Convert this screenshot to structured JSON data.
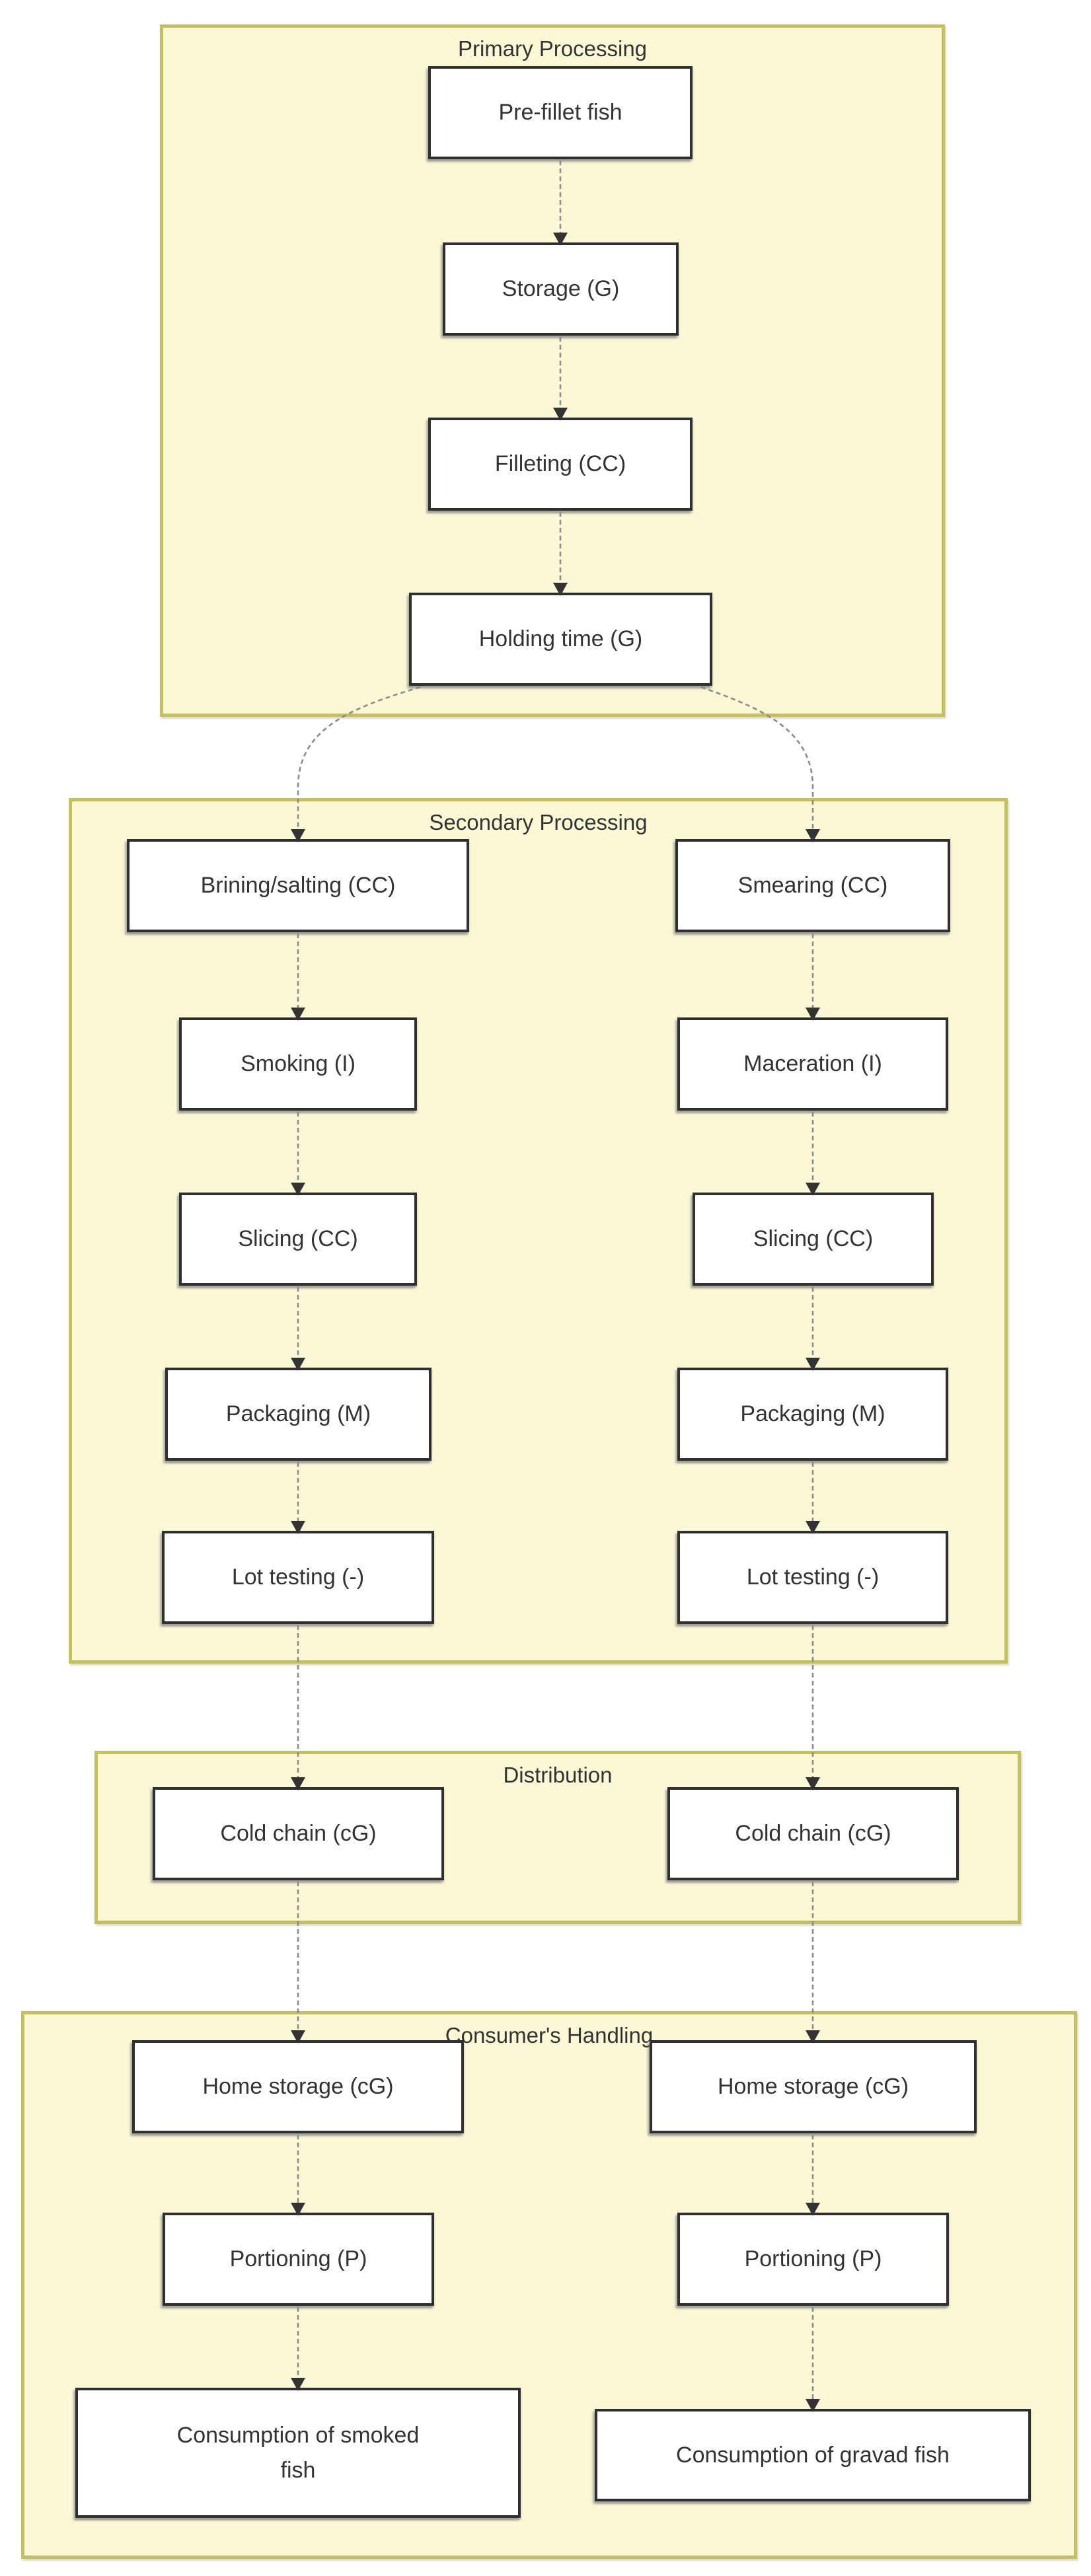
{
  "diagram": {
    "type": "flowchart",
    "colors": {
      "background": "#ffffff",
      "section_fill": "#fbf9d5",
      "section_border": "#c5c05e",
      "node_fill": "#ffffff",
      "node_border": "#303030",
      "edge_line": "#8c8c8c",
      "arrowhead": "#333333",
      "text": "#333333"
    },
    "sections": [
      {
        "id": "primary",
        "title": "Primary Processing"
      },
      {
        "id": "secondary",
        "title": "Secondary Processing"
      },
      {
        "id": "distribution",
        "title": "Distribution"
      },
      {
        "id": "consumer",
        "title": "Consumer's Handling"
      }
    ],
    "nodes": [
      {
        "id": "pre_fillet",
        "section": "primary",
        "label": "Pre-fillet fish"
      },
      {
        "id": "storage",
        "section": "primary",
        "label": "Storage (G)"
      },
      {
        "id": "filleting",
        "section": "primary",
        "label": "Filleting (CC)"
      },
      {
        "id": "holding",
        "section": "primary",
        "label": "Holding time (G)"
      },
      {
        "id": "brining",
        "section": "secondary",
        "label": "Brining/salting (CC)"
      },
      {
        "id": "smearing",
        "section": "secondary",
        "label": "Smearing (CC)"
      },
      {
        "id": "smoking",
        "section": "secondary",
        "label": "Smoking (I)"
      },
      {
        "id": "maceration",
        "section": "secondary",
        "label": "Maceration (I)"
      },
      {
        "id": "slicing_left",
        "section": "secondary",
        "label": "Slicing (CC)"
      },
      {
        "id": "slicing_right",
        "section": "secondary",
        "label": "Slicing (CC)"
      },
      {
        "id": "packaging_left",
        "section": "secondary",
        "label": "Packaging (M)"
      },
      {
        "id": "packaging_right",
        "section": "secondary",
        "label": "Packaging (M)"
      },
      {
        "id": "lot_left",
        "section": "secondary",
        "label": "Lot testing (-)"
      },
      {
        "id": "lot_right",
        "section": "secondary",
        "label": "Lot testing (-)"
      },
      {
        "id": "cold_left",
        "section": "distribution",
        "label": "Cold chain (cG)"
      },
      {
        "id": "cold_right",
        "section": "distribution",
        "label": "Cold chain (cG)"
      },
      {
        "id": "home_left",
        "section": "consumer",
        "label": "Home storage (cG)"
      },
      {
        "id": "home_right",
        "section": "consumer",
        "label": "Home storage (cG)"
      },
      {
        "id": "portioning_left",
        "section": "consumer",
        "label": "Portioning (P)"
      },
      {
        "id": "portioning_right",
        "section": "consumer",
        "label": "Portioning (P)"
      },
      {
        "id": "consumption_smoked",
        "section": "consumer",
        "label": "Consumption of smoked fish",
        "label_line1": "Consumption of smoked",
        "label_line2": "fish"
      },
      {
        "id": "consumption_gravad",
        "section": "consumer",
        "label": "Consumption of gravad fish"
      }
    ],
    "edges": [
      {
        "from": "pre_fillet",
        "to": "storage"
      },
      {
        "from": "storage",
        "to": "filleting"
      },
      {
        "from": "filleting",
        "to": "holding"
      },
      {
        "from": "holding",
        "to": "brining"
      },
      {
        "from": "holding",
        "to": "smearing"
      },
      {
        "from": "brining",
        "to": "smoking"
      },
      {
        "from": "smoking",
        "to": "slicing_left"
      },
      {
        "from": "slicing_left",
        "to": "packaging_left"
      },
      {
        "from": "packaging_left",
        "to": "lot_left"
      },
      {
        "from": "lot_left",
        "to": "cold_left"
      },
      {
        "from": "cold_left",
        "to": "home_left"
      },
      {
        "from": "home_left",
        "to": "portioning_left"
      },
      {
        "from": "portioning_left",
        "to": "consumption_smoked"
      },
      {
        "from": "smearing",
        "to": "maceration"
      },
      {
        "from": "maceration",
        "to": "slicing_right"
      },
      {
        "from": "slicing_right",
        "to": "packaging_right"
      },
      {
        "from": "packaging_right",
        "to": "lot_right"
      },
      {
        "from": "lot_right",
        "to": "cold_right"
      },
      {
        "from": "cold_right",
        "to": "home_right"
      },
      {
        "from": "home_right",
        "to": "portioning_right"
      },
      {
        "from": "portioning_right",
        "to": "consumption_gravad"
      }
    ]
  }
}
